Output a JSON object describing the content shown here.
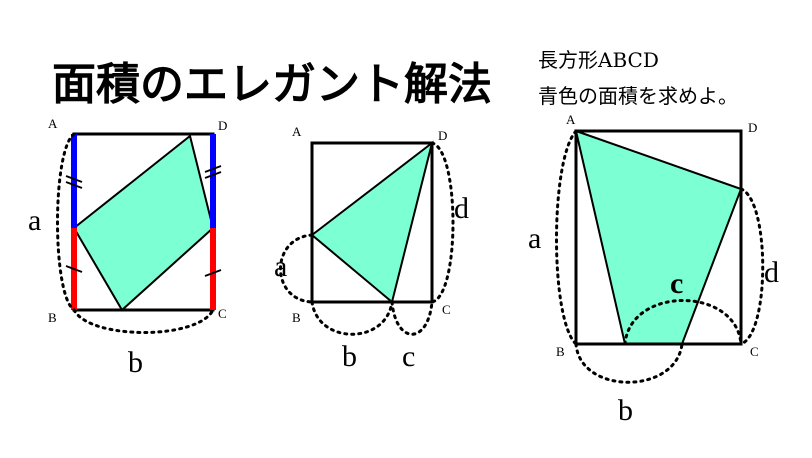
{
  "title": "面積のエレガント解法",
  "subtitle_line1": "長方形ABCD",
  "subtitle_line2": "青色の面積を求めよ。",
  "colors": {
    "shape_fill": "#7dffd4",
    "edge_blue": "#0000ff",
    "edge_red": "#ff0000",
    "line": "#000000"
  },
  "diagram1": {
    "vertex_a": "A",
    "vertex_b": "B",
    "vertex_c": "C",
    "vertex_d": "D",
    "label_a": "a",
    "label_b": "b"
  },
  "diagram2": {
    "vertex_a": "A",
    "vertex_b": "B",
    "vertex_c": "C",
    "vertex_d": "D",
    "label_a": "a",
    "label_b": "b",
    "label_c": "c",
    "label_d": "d"
  },
  "diagram3": {
    "vertex_a": "A",
    "vertex_b": "B",
    "vertex_c": "C",
    "vertex_d": "D",
    "label_a": "a",
    "label_b": "b",
    "label_c": "c",
    "label_d": "d"
  }
}
